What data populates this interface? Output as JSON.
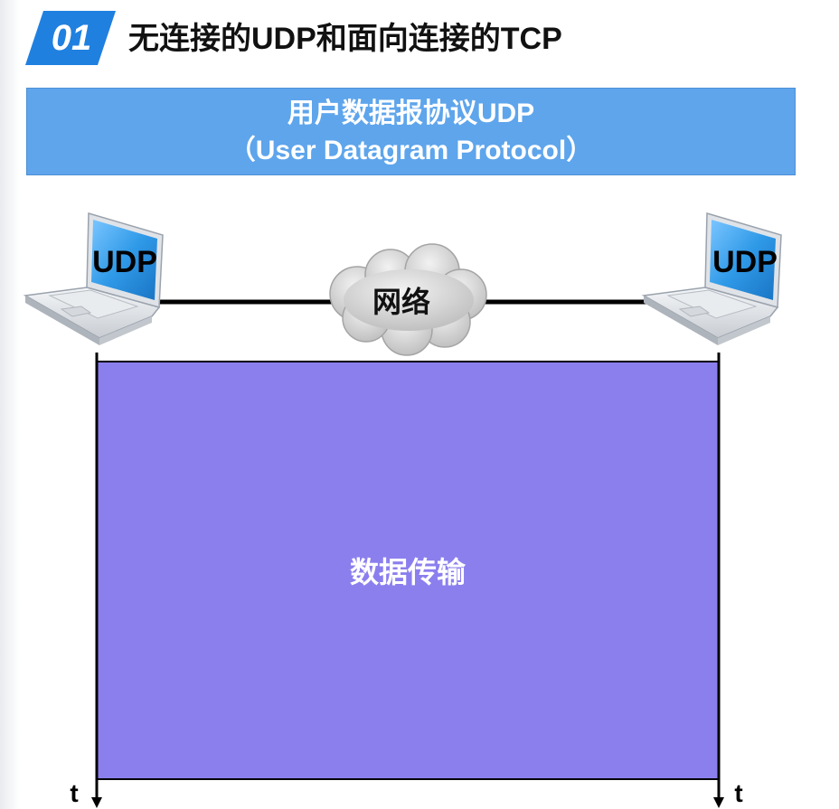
{
  "header": {
    "number": "01",
    "title": "无连接的UDP和面向连接的TCP"
  },
  "banner": {
    "line1": "用户数据报协议UDP",
    "line2": "（User Datagram Protocol）"
  },
  "diagram": {
    "left_host_label": "UDP",
    "right_host_label": "UDP",
    "network_label": "网络",
    "transfer_label": "数据传输",
    "left_time_label": "t",
    "right_time_label": "t"
  },
  "colors": {
    "accent": "#2080e0",
    "banner": "#5ea5ec",
    "transfer_box": "#8b7fee",
    "laptop_screen": "#2f9ae8"
  },
  "icons": [
    "laptop-icon",
    "cloud-icon",
    "arrow-down-icon"
  ]
}
